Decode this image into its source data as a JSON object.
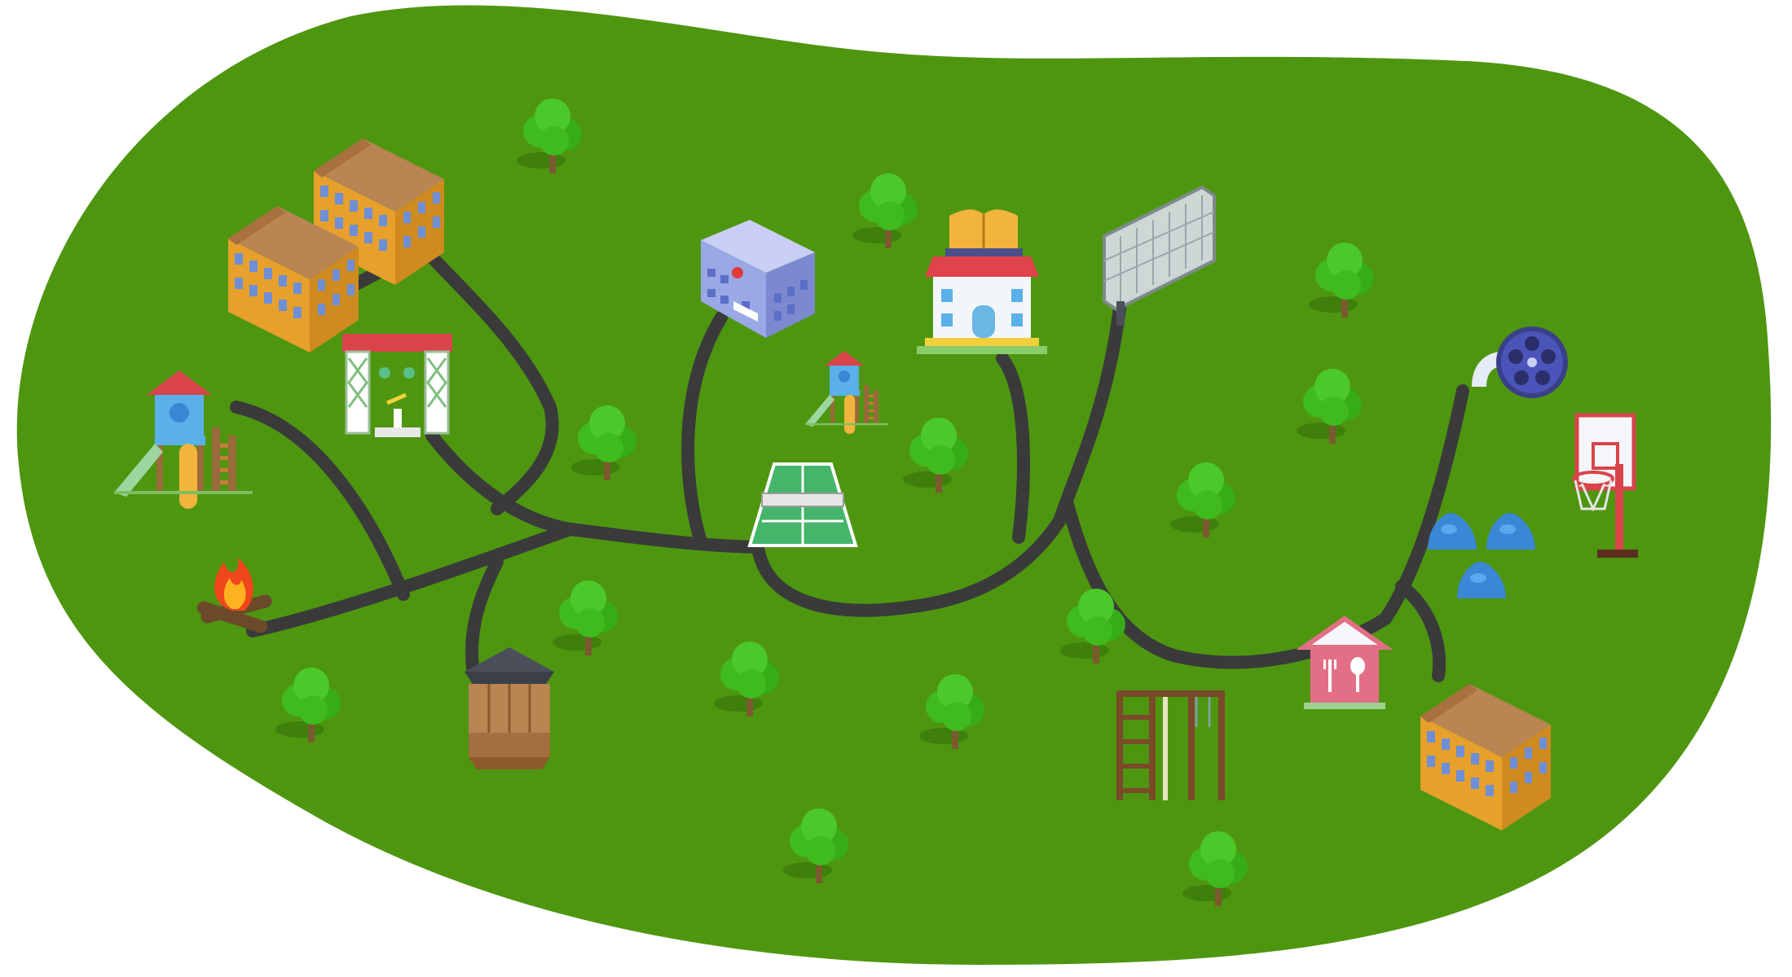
{
  "map": {
    "colors": {
      "background": "#ffffff",
      "land": "#4e9610",
      "path": "#3a3a3a",
      "tree": "#3fbb1e",
      "tree_dark": "#2f9a14",
      "trunk": "#7a5a2e",
      "building_wall": "#e6a02b",
      "building_roof": "#b98552",
      "window": "#6e8fd6",
      "tent": "#3a87d6"
    },
    "points_of_interest": [
      {
        "id": "dormitory-1",
        "icon": "dormitory-building-icon"
      },
      {
        "id": "dormitory-2",
        "icon": "dormitory-building-icon"
      },
      {
        "id": "dormitory-3",
        "icon": "dormitory-building-icon"
      },
      {
        "id": "stage",
        "icon": "stage-icon"
      },
      {
        "id": "playground-large",
        "icon": "playground-slide-icon"
      },
      {
        "id": "playground-small",
        "icon": "playground-slide-icon"
      },
      {
        "id": "campfire",
        "icon": "campfire-icon"
      },
      {
        "id": "gazebo",
        "icon": "gazebo-icon"
      },
      {
        "id": "medical-center",
        "icon": "medical-building-icon"
      },
      {
        "id": "library",
        "icon": "library-icon"
      },
      {
        "id": "football-goal",
        "icon": "football-goal-icon"
      },
      {
        "id": "tennis-court",
        "icon": "tennis-court-icon"
      },
      {
        "id": "cinema",
        "icon": "film-reel-icon"
      },
      {
        "id": "basketball-hoop",
        "icon": "basketball-hoop-icon"
      },
      {
        "id": "tents",
        "icon": "tents-icon"
      },
      {
        "id": "canteen",
        "icon": "canteen-icon"
      },
      {
        "id": "gym-equipment",
        "icon": "gym-bars-icon"
      }
    ]
  }
}
